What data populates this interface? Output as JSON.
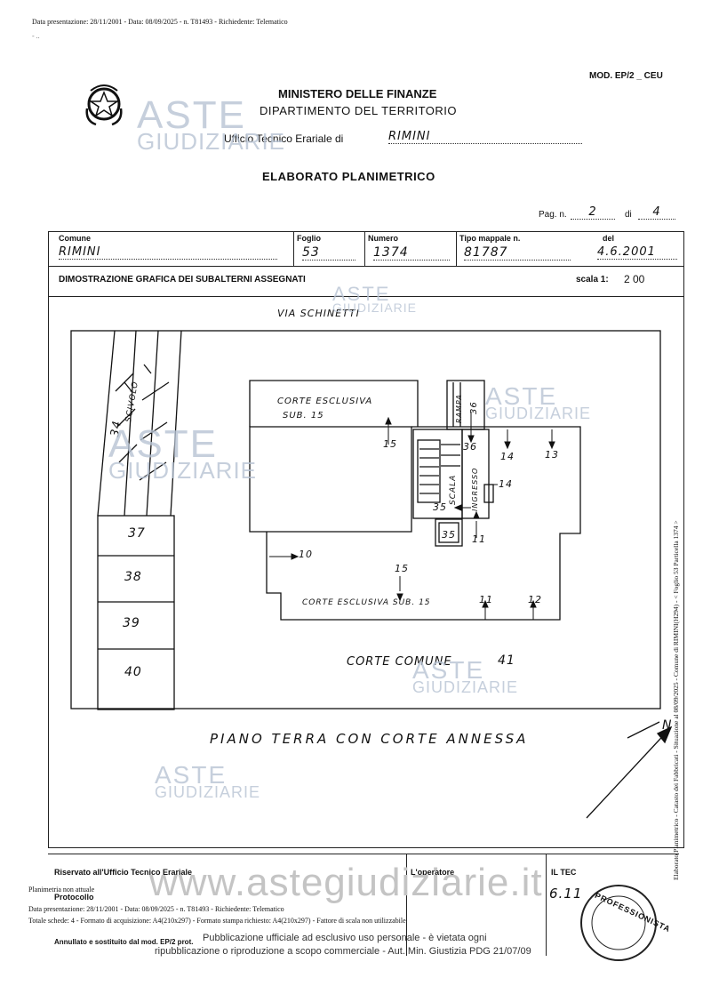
{
  "header_top": "Data presentazione: 28/11/2001 - Data: 08/09/2025 - n. T81493 - Richiedente: Telematico",
  "mod_code": "MOD. EP/2 _ CEU",
  "ministry": "MINISTERO DELLE FINANZE",
  "department": "DIPARTIMENTO DEL TERRITORIO",
  "office_label": "Ufficio Tecnico Erariale di",
  "office_value": "RIMINI",
  "doc_title": "ELABORATO PLANIMETRICO",
  "page_label": "Pag. n.",
  "page_num": "2",
  "page_of_label": "di",
  "page_total": "4",
  "fields": {
    "comune_label": "Comune",
    "comune_value": "RIMINI",
    "foglio_label": "Foglio",
    "foglio_value": "53",
    "numero_label": "Numero",
    "numero_value": "1374",
    "tipo_label": "Tipo mappale n.",
    "tipo_value": "81787",
    "del_label": "del",
    "del_value": "4.6.2001"
  },
  "section_title": "DIMOSTRAZIONE GRAFICA DEI SUBALTERNI ASSEGNATI",
  "scale_label": "scala 1:",
  "scale_value": "2 00",
  "plan": {
    "street": "VIA SCHINETTI",
    "corte_esclusiva_top_1": "CORTE ESCLUSIVA",
    "corte_esclusiva_top_2": "SUB. 15",
    "corte_esclusiva_bottom": "CORTE ESCLUSIVA SUB. 15",
    "corte_comune": "CORTE COMUNE",
    "corte_comune_num": "41",
    "scivolo": "SCIVOLO",
    "scivolo_num": "34",
    "rampa": "RAMPA",
    "rampa_num": "36",
    "scala": "SCALA",
    "ingresso": "INGRESSO",
    "floor_caption": "PIANO TERRA CON CORTE ANNESSA",
    "north": "N",
    "stalls": [
      "37",
      "38",
      "39",
      "40"
    ],
    "sub_labels": {
      "l15a": "15",
      "l36": "36",
      "l14a": "14",
      "l13": "13",
      "l14b": "14",
      "l35a": "35",
      "l35b": "35",
      "l11a": "11",
      "l10": "10",
      "l15b": "15",
      "l11b": "11",
      "l12": "12"
    }
  },
  "side_text": "Elaborato Planimetrico - Catasto dei Fabbricati - Situazione al 08/09/2025 - Comune di RIMINI(H294) - < Foglio 53 Particella 1374 >",
  "footer": {
    "reserved": "Riservato all'Ufficio Tecnico Erariale",
    "protocollo": "Protocollo",
    "operatore": "L'operatore",
    "il_tec": "IL TEC",
    "annullato": "Annullato e sostituito dal mod. EP/2 prot.",
    "planimetria": "Planimetria non attuale",
    "presentazione": "Data presentazione: 28/11/2001 - Data: 08/09/2025 - n. T81493 - Richiedente: Telematico",
    "totale": "Totale schede: 4 - Formato di acquisizione: A4(210x297) - Formato stampa richiesto: A4(210x297) - Fattore di scala non utilizzabile",
    "date_hand": "6.11",
    "stamp": "PROFESSIONISTA",
    "watermark_site": "www.astegiudiziarie.it",
    "notice_1": "Pubblicazione ufficiale ad esclusivo uso personale - è vietata ogni",
    "notice_2": "ripubblicazione o riproduzione a scopo commerciale - Aut. Min. Giustizia PDG 21/07/09"
  },
  "watermark": {
    "aste": "ASTE",
    "giudiziarie": "GIUDIZIARIE"
  }
}
